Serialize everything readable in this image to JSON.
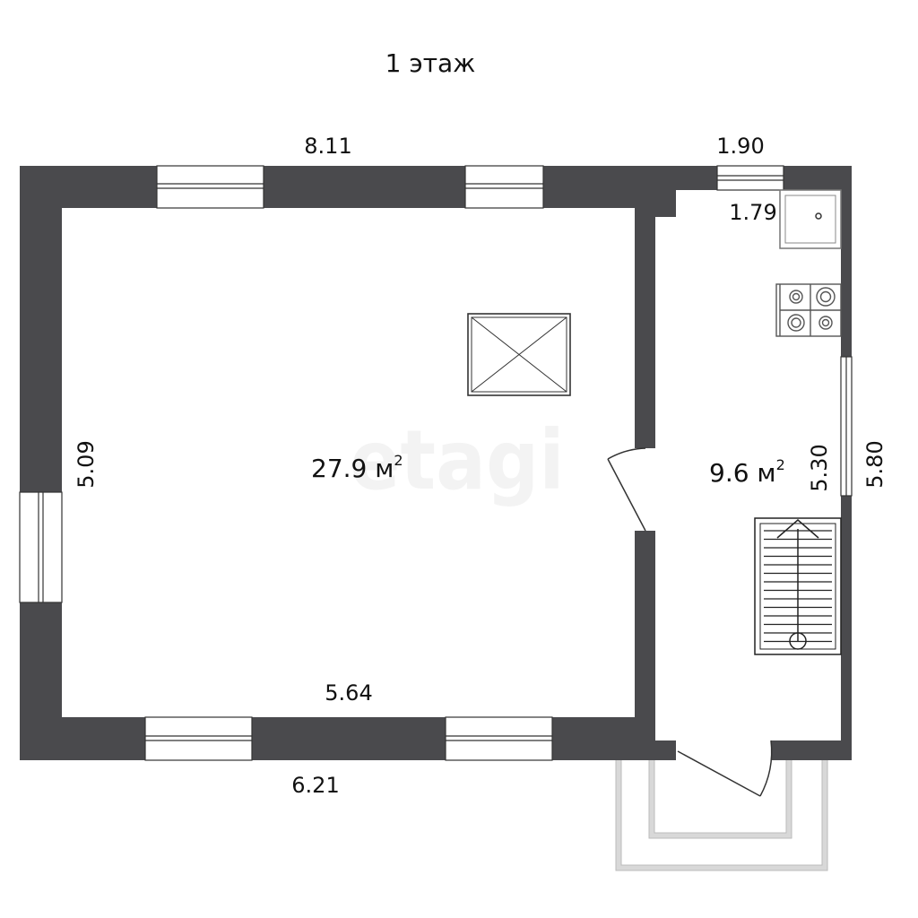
{
  "title": "1 этаж",
  "rooms": {
    "main_area": "27.9 м",
    "hall_area": "9.6 м",
    "area_sup": "2"
  },
  "dimensions": {
    "top_outer": "8.11",
    "top_right": "1.90",
    "kitchen_width": "1.79",
    "left_height": "5.09",
    "main_bottom_inner": "5.64",
    "bottom_outer": "6.21",
    "hall_height_inner": "5.30",
    "hall_height_outer": "5.80"
  },
  "watermark": "etagi",
  "colors": {
    "wall": "#4a4a4d",
    "line": "#333333",
    "porch": "#d8d8d8"
  }
}
